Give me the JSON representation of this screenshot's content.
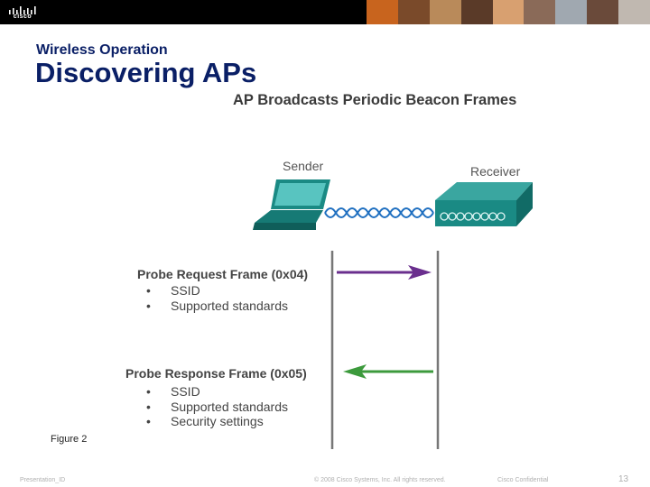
{
  "brand": {
    "logo_text": "cisco"
  },
  "slide": {
    "subtitle": "Wireless Operation",
    "title": "Discovering APs"
  },
  "figure": {
    "title": "AP Broadcasts Periodic Beacon Frames",
    "sender_label": "Sender",
    "receiver_label": "Receiver",
    "probe_request": {
      "title": "Probe Request Frame (0x04)",
      "items": [
        "SSID",
        "Supported standards"
      ],
      "arrow_color": "#6a2f8e"
    },
    "probe_response": {
      "title": "Probe Response Frame (0x05)",
      "items": [
        "SSID",
        "Supported standards",
        "Security settings"
      ],
      "arrow_color": "#3c9a3c"
    },
    "caption": "Figure 2"
  },
  "footer": {
    "left": "Presentation_ID",
    "center": "© 2008 Cisco Systems, Inc. All rights reserved.",
    "right": "Cisco Confidential",
    "page": "13"
  },
  "colors": {
    "title": "#0a1f66",
    "device_teal": "#1a8a84",
    "wave_blue": "#1f6fc0"
  }
}
